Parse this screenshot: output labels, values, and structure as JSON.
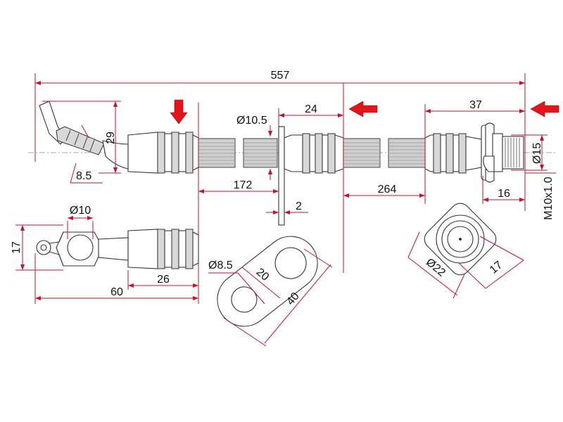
{
  "colors": {
    "dimension": "#c8102e",
    "arrow": "#e4141b",
    "outline": "#333333",
    "hose_fill": "#cfcfcf"
  },
  "dimensions": {
    "overall_length": "557",
    "bend_height": "29",
    "bend_offset": "8.5",
    "bracket_hole": "Ø10.5",
    "bracket_segment": "24",
    "left_to_bracket": "172",
    "bracket_thickness": "2",
    "right_section": "264",
    "right_fitting": "37",
    "right_fitting_dia": "Ø15",
    "thread": "M10x1.0",
    "thread_length": "16",
    "banjo_hole": "Ø10",
    "banjo_height": "17",
    "banjo_total": "60",
    "banjo_ferrule": "26",
    "tab_hole": "Ø8.5",
    "tab_pitch": "20",
    "tab_length": "40",
    "nut_dia": "Ø22",
    "nut_flats": "17"
  },
  "icons": {
    "left_arrow": "arrow-down-icon",
    "middle_arrow": "arrow-left-icon",
    "right_arrow": "arrow-left-icon"
  }
}
